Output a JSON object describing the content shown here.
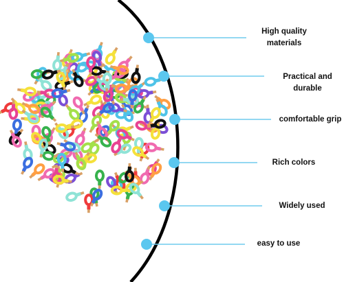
{
  "features": [
    {
      "label": "High quality\nmaterials"
    },
    {
      "label": "Practical and\ndurable"
    },
    {
      "label": "comfortable grip"
    },
    {
      "label": "Rich colors"
    },
    {
      "label": "Widely used"
    },
    {
      "label": "easy to use"
    }
  ],
  "colors": {
    "arc": "#000000",
    "dot": "#5bc7ef",
    "line": "#6fcbee",
    "ring_palette": [
      "#f06ab0",
      "#4ec3e8",
      "#f5e13b",
      "#7b4fd6",
      "#ef3b3b",
      "#37b24d",
      "#3b6fe0",
      "#ff9f43",
      "#8fe3d6",
      "#111111",
      "#e84393",
      "#a4e04a"
    ]
  }
}
